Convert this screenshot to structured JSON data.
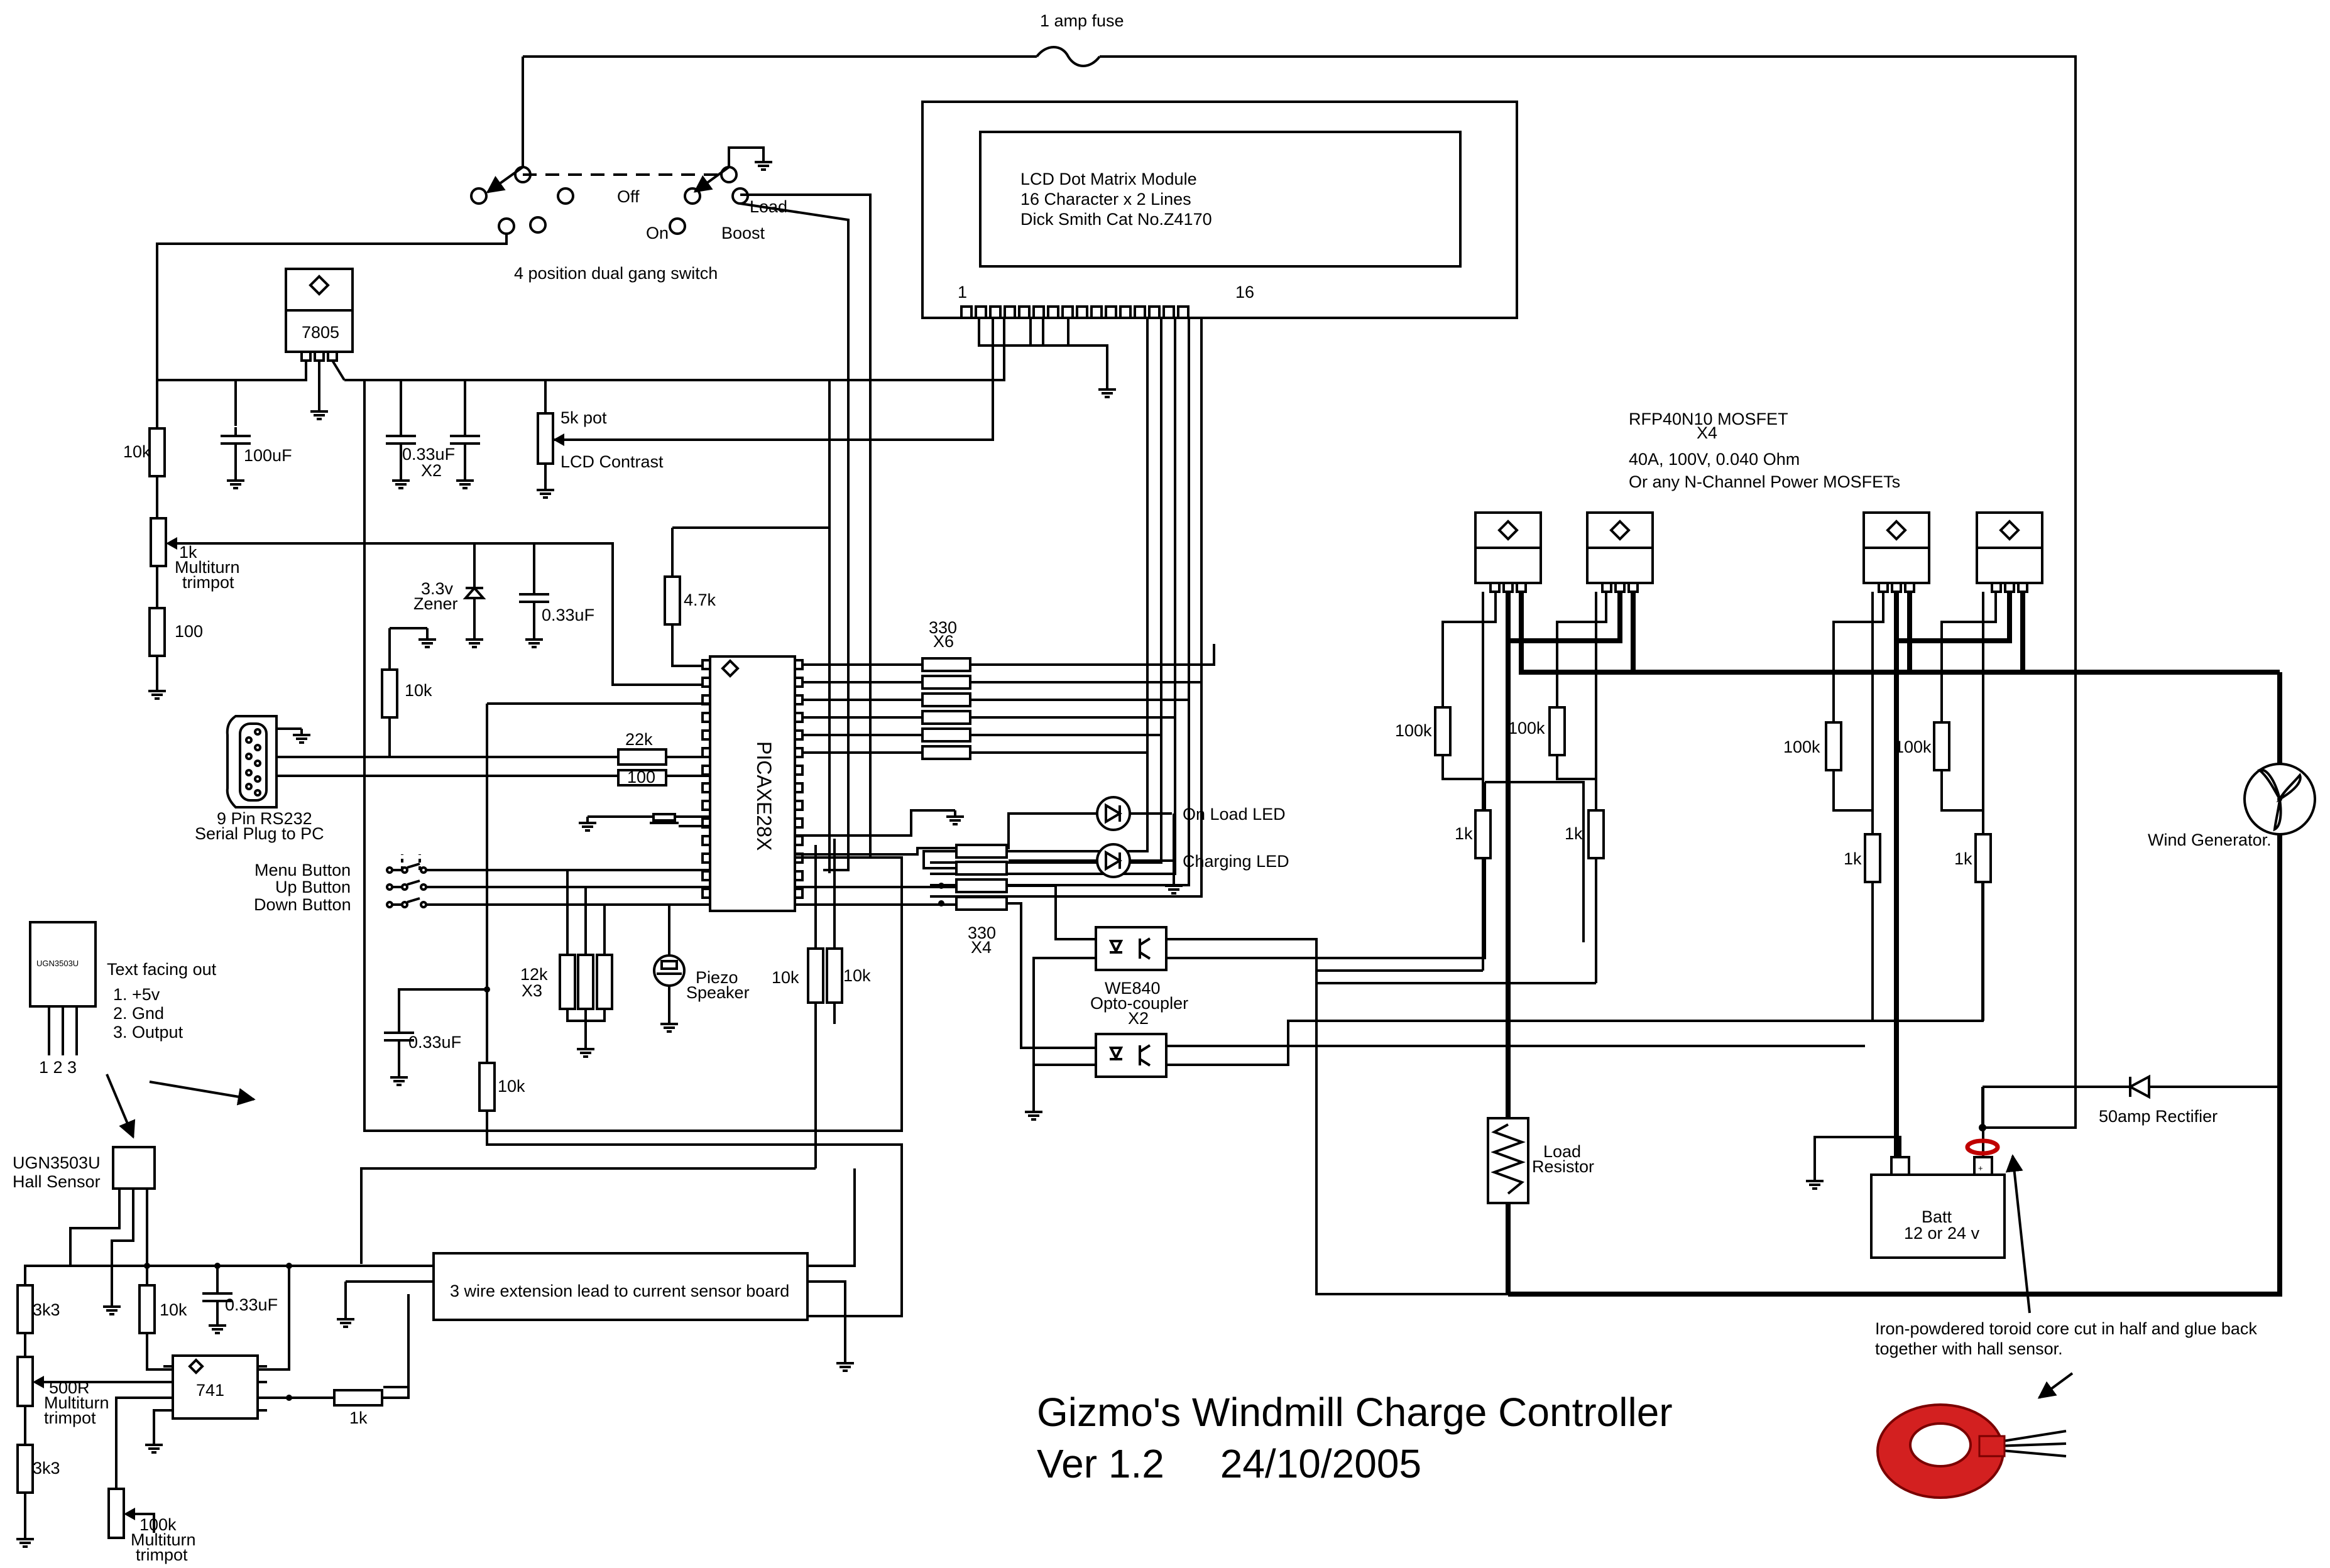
{
  "title": "Gizmo's Windmill Charge Controller",
  "version_line": "Ver 1.2     24/10/2005",
  "fuse": "1 amp fuse",
  "switch": {
    "label": "4 position dual gang switch",
    "off": "Off",
    "on": "On",
    "load": "Load",
    "boost": "Boost"
  },
  "lcd": {
    "line1": "LCD Dot Matrix Module",
    "line2": "16 Character x 2 Lines",
    "line3": "Dick Smith Cat No.Z4170",
    "pin_first": "1",
    "pin_last": "16"
  },
  "regulator": "7805",
  "cap_100uf": "100uF",
  "cap_033_x2_val": "0.33uF",
  "cap_033_x2_qty": "X2",
  "pot_5k": "5k pot",
  "lcd_contrast": "LCD Contrast",
  "r_10k_top": "10k",
  "trim_1k": {
    "l1": "1k",
    "l2": "Multiturn",
    "l3": "trimpot"
  },
  "r_100_left": "100",
  "zener": {
    "l1": "3.3v",
    "l2": "Zener"
  },
  "cap_033_zener": "0.33uF",
  "r_47k": "4.7k",
  "r_10k_mid": "10k",
  "rs232": {
    "l1": "9 Pin RS232",
    "l2": "Serial Plug to PC"
  },
  "r_22k": "22k",
  "r_100_mid": "100",
  "pic": "PICAXE28X",
  "r_330_x6": {
    "l1": "330",
    "l2": "X6"
  },
  "r_330_x4": {
    "l1": "330",
    "l2": "X4"
  },
  "buttons": {
    "menu": "Menu Button",
    "up": "Up Button",
    "down": "Down Button"
  },
  "r_12k": {
    "l1": "12k",
    "l2": "X3"
  },
  "piezo": {
    "l1": "Piezo",
    "l2": "Speaker"
  },
  "r_10k_a": "10k",
  "r_10k_b": "10k",
  "cap_033_low": "0.33uF",
  "r_10k_low": "10k",
  "led_load": "On Load LED",
  "led_charge": "Charging LED",
  "opto": {
    "l1": "WE840",
    "l2": "Opto-coupler",
    "l3": "X2"
  },
  "mosfet": {
    "l1": "RFP40N10 MOSFET",
    "l2": "X4",
    "l3": "40A, 100V, 0.040 Ohm",
    "l4": "Or any N-Channel Power MOSFETs"
  },
  "r_100k": "100k",
  "r_1k": "1k",
  "wind_gen": "Wind Generator.",
  "load_resistor": {
    "l1": "Load",
    "l2": "Resistor"
  },
  "rectifier": "50amp Rectifier",
  "battery": {
    "l1": "Batt",
    "l2": "12 or 24 v",
    "plus": "+"
  },
  "toroid_note": {
    "l1": "Iron-powdered toroid core cut in half and glue back",
    "l2": "together with hall sensor."
  },
  "hall_chip": {
    "code": "UGN3503U",
    "note": "Text facing out",
    "p1": "1. +5v",
    "p2": "2. Gnd",
    "p3": "3. Output",
    "pins": "1  2  3"
  },
  "hall_sensor": {
    "l1": "UGN3503U",
    "l2": "Hall Sensor"
  },
  "ext_lead": "3 wire extension lead to current sensor board",
  "opamp": "741",
  "r_3k3": "3k3",
  "r_10k_sensor": "10k",
  "cap_033_sensor": "0.33uF",
  "trim_500r": {
    "l1": "500R",
    "l2": "Multiturn",
    "l3": "trimpot"
  },
  "trim_100k": {
    "l1": "100k",
    "l2": "Multiturn",
    "l3": "trimpot"
  },
  "r_1k_sensor": "1k"
}
